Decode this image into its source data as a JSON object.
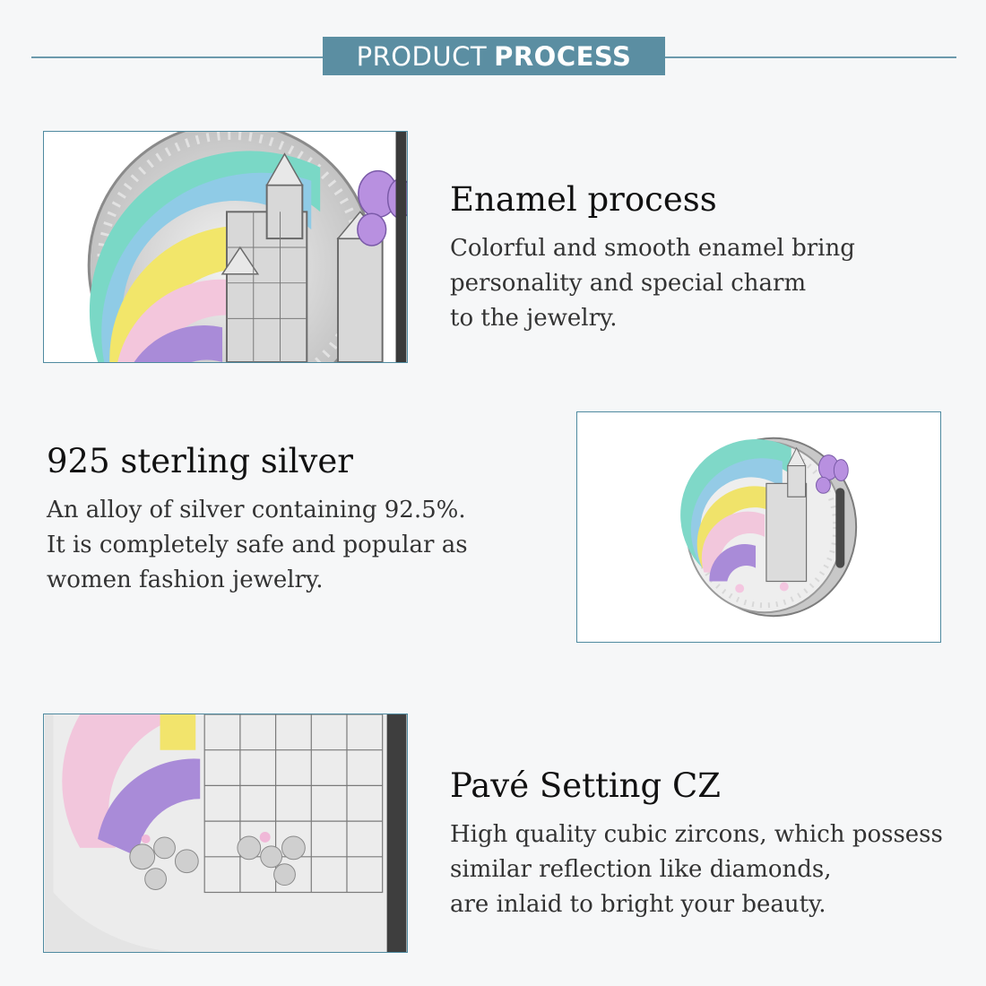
{
  "header": {
    "title_light": "PRODUCT",
    "title_bold": "PROCESS",
    "accent_color": "#5b8ea2"
  },
  "sections": [
    {
      "heading": "Enamel process",
      "lines": [
        "Colorful and smooth enamel bring",
        "personality and special charm",
        "to the jewelry."
      ],
      "image": "charm-closeup-rainbow-castle-butterfly"
    },
    {
      "heading": "925 sterling silver",
      "lines": [
        "An alloy of silver containing 92.5%.",
        "It is completely safe and popular as",
        "women fashion jewelry."
      ],
      "image": "charm-full-view"
    },
    {
      "heading": "Pavé Setting CZ",
      "lines": [
        "High quality cubic zircons, which possess",
        "similar reflection like diamonds,",
        "are inlaid to bright your beauty."
      ],
      "image": "charm-closeup-flowers-zircons"
    }
  ]
}
